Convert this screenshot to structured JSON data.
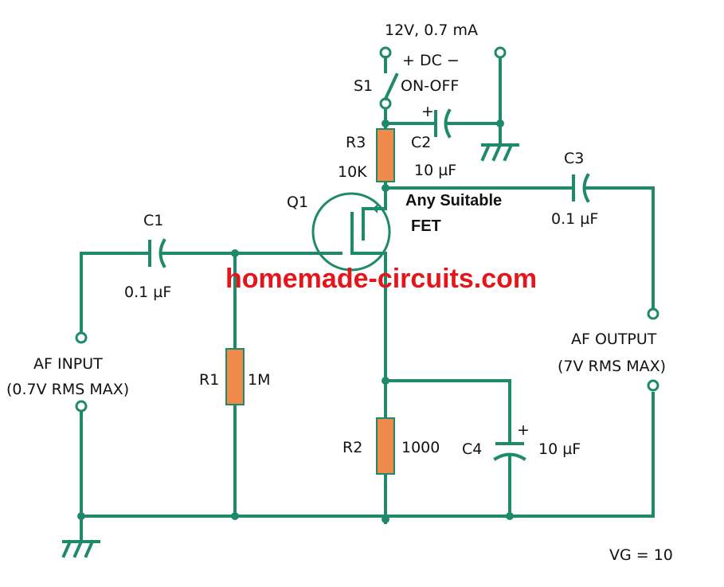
{
  "colors": {
    "wire": "#1f8a6a",
    "resistor": "#f08a4b",
    "watermark": "#e5151b",
    "text": "#111111"
  },
  "supply": {
    "rating": "12V, 0.7 mA",
    "dc_label": "+ DC −"
  },
  "switch": {
    "ref": "S1",
    "label": "ON-OFF"
  },
  "components": {
    "r3": {
      "ref": "R3",
      "value": "10K"
    },
    "c2": {
      "ref": "C2",
      "value": "10 µF",
      "polarity": "+"
    },
    "c3": {
      "ref": "C3",
      "value": "0.1 µF"
    },
    "c1": {
      "ref": "C1",
      "value": "0.1 µF"
    },
    "q1": {
      "ref": "Q1",
      "desc_line1": "Any Suitable",
      "desc_line2": "FET"
    },
    "r1": {
      "ref": "R1",
      "value": "1M"
    },
    "r2": {
      "ref": "R2",
      "value": "1000"
    },
    "c4": {
      "ref": "C4",
      "value": "10 µF",
      "polarity": "+"
    }
  },
  "input": {
    "line1": "AF INPUT",
    "line2": "(0.7V RMS MAX)"
  },
  "output": {
    "line1": "AF OUTPUT",
    "line2": "(7V RMS MAX)"
  },
  "gain": "VG = 10",
  "watermark": "homemade-circuits.com",
  "icons": [
    "ground-icon",
    "terminal-icon",
    "switch-icon",
    "fet-icon",
    "resistor-icon",
    "capacitor-icon"
  ]
}
